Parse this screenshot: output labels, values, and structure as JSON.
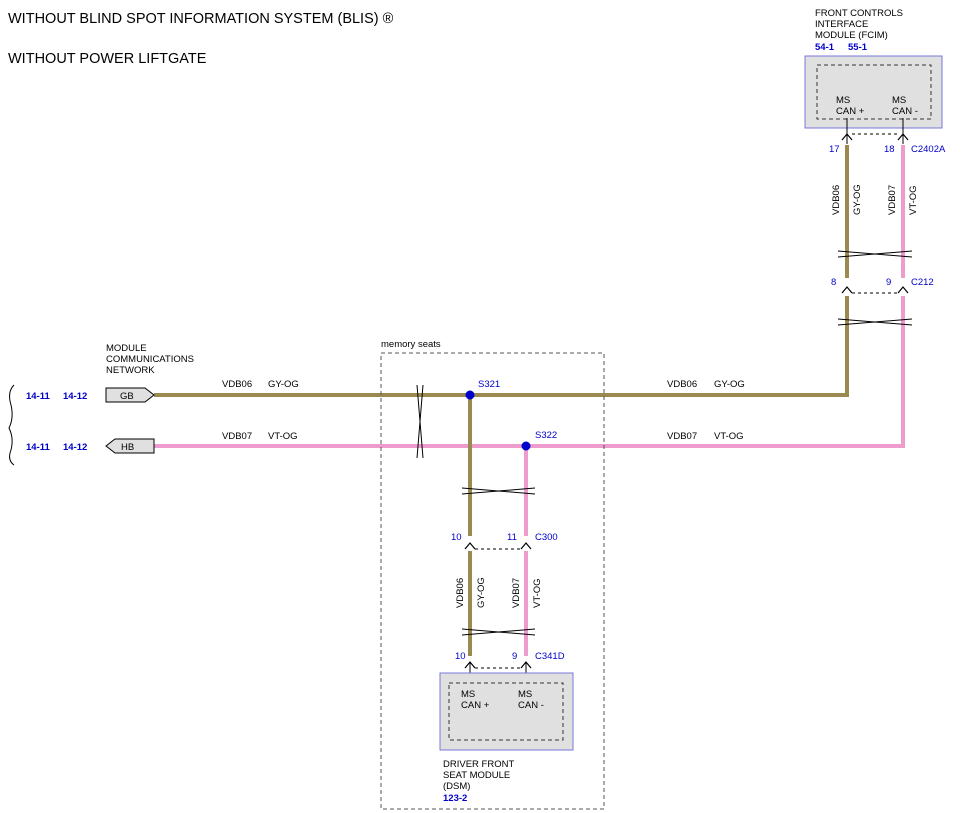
{
  "header": {
    "line1": "WITHOUT BLIND SPOT INFORMATION SYSTEM (BLIS) ®",
    "line2": "WITHOUT POWER LIFTGATE"
  },
  "colors": {
    "wire_gy_og": "#9a8a52",
    "wire_vt_og": "#ee9ccd",
    "module_fill": "#e0e0e0",
    "module_border": "#7777dd",
    "page_ref": "#0000cc"
  },
  "fcim": {
    "name_line1": "FRONT CONTROLS",
    "name_line2": "INTERFACE",
    "name_line3": "MODULE (FCIM)",
    "ref1": "54-1",
    "ref2": "55-1",
    "pin_a_line1": "MS",
    "pin_a_line2": "CAN +",
    "pin_b_line1": "MS",
    "pin_b_line2": "CAN -",
    "connector": "C2402A",
    "pin_a_num": "17",
    "pin_b_num": "18"
  },
  "c212": {
    "connector": "C212",
    "pin_a_num": "8",
    "pin_b_num": "9"
  },
  "network": {
    "label_line1": "MODULE",
    "label_line2": "COMMUNICATIONS",
    "label_line3": "NETWORK",
    "gb": {
      "ref1": "14-11",
      "ref2": "14-12",
      "tag": "GB"
    },
    "hb": {
      "ref1": "14-11",
      "ref2": "14-12",
      "tag": "HB"
    }
  },
  "wires": {
    "gb_left": {
      "circuit": "VDB06",
      "color": "GY-OG"
    },
    "hb_left": {
      "circuit": "VDB07",
      "color": "VT-OG"
    },
    "gb_right": {
      "circuit": "VDB06",
      "color": "GY-OG"
    },
    "hb_right": {
      "circuit": "VDB07",
      "color": "VT-OG"
    },
    "fcim_a": {
      "circuit": "VDB06",
      "color": "GY-OG"
    },
    "fcim_b": {
      "circuit": "VDB07",
      "color": "VT-OG"
    },
    "dsm_a": {
      "circuit": "VDB06",
      "color": "GY-OG"
    },
    "dsm_b": {
      "circuit": "VDB07",
      "color": "VT-OG"
    }
  },
  "memory_seats": {
    "label": "memory seats"
  },
  "splices": {
    "s321": "S321",
    "s322": "S322"
  },
  "c300": {
    "connector": "C300",
    "pin_a_num": "10",
    "pin_b_num": "11"
  },
  "c341d": {
    "connector": "C341D",
    "pin_a_num": "10",
    "pin_b_num": "9"
  },
  "dsm": {
    "pin_a_line1": "MS",
    "pin_a_line2": "CAN +",
    "pin_b_line1": "MS",
    "pin_b_line2": "CAN -",
    "name_line1": "DRIVER FRONT",
    "name_line2": "SEAT MODULE",
    "name_line3": "(DSM)",
    "ref": "123-2"
  }
}
